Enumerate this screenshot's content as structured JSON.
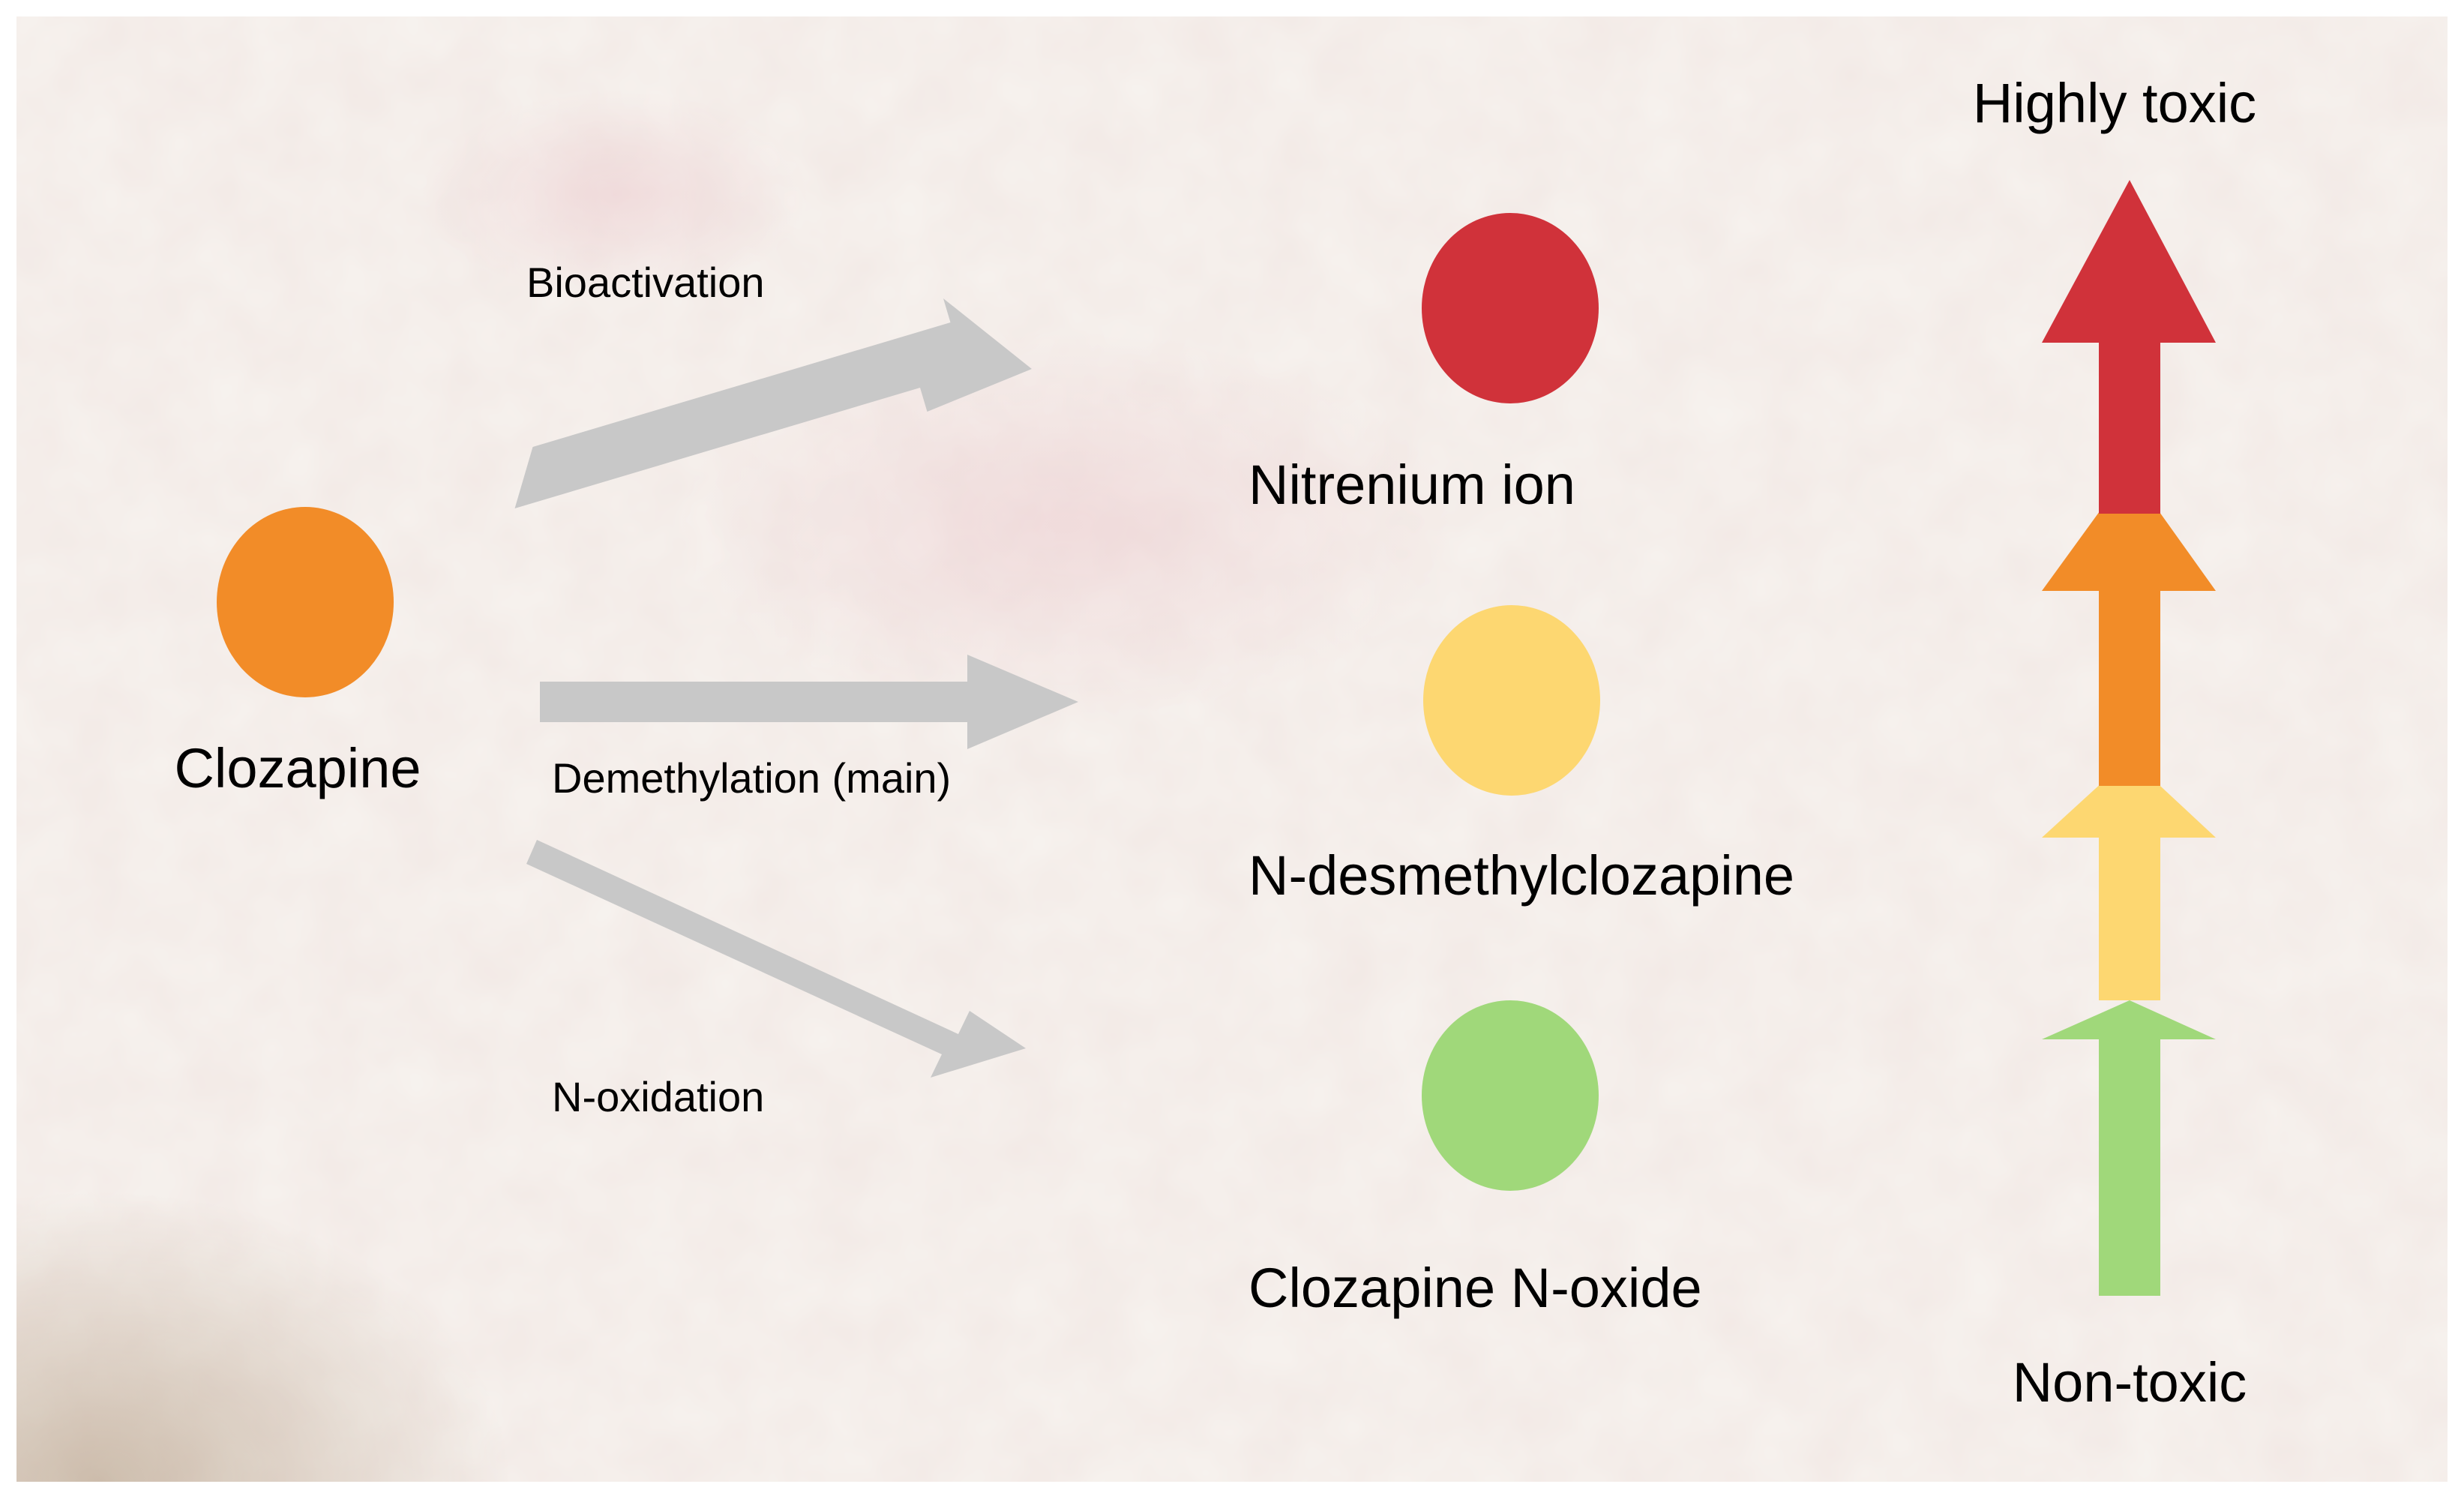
{
  "source": {
    "label": "Clozapine",
    "color": "#F28C28"
  },
  "pathways": [
    {
      "label": "Bioactivation"
    },
    {
      "label": "Demethylation (main)"
    },
    {
      "label": "N-oxidation"
    }
  ],
  "metabolites": [
    {
      "label": "Nitrenium ion",
      "color": "#D0323A"
    },
    {
      "label": "N-desmethylclozapine",
      "color": "#FDD771"
    },
    {
      "label": "Clozapine N-oxide",
      "color": "#A0D87A"
    }
  ],
  "toxicity_scale": {
    "top_label": "Highly toxic",
    "bottom_label": "Non-toxic",
    "levels": [
      {
        "color": "#D0323A"
      },
      {
        "color": "#F28C28"
      },
      {
        "color": "#FDD771"
      },
      {
        "color": "#A0D87A"
      }
    ]
  },
  "colors": {
    "pathway_arrow": "#C8C8C8",
    "background": "#F7F3EF"
  }
}
